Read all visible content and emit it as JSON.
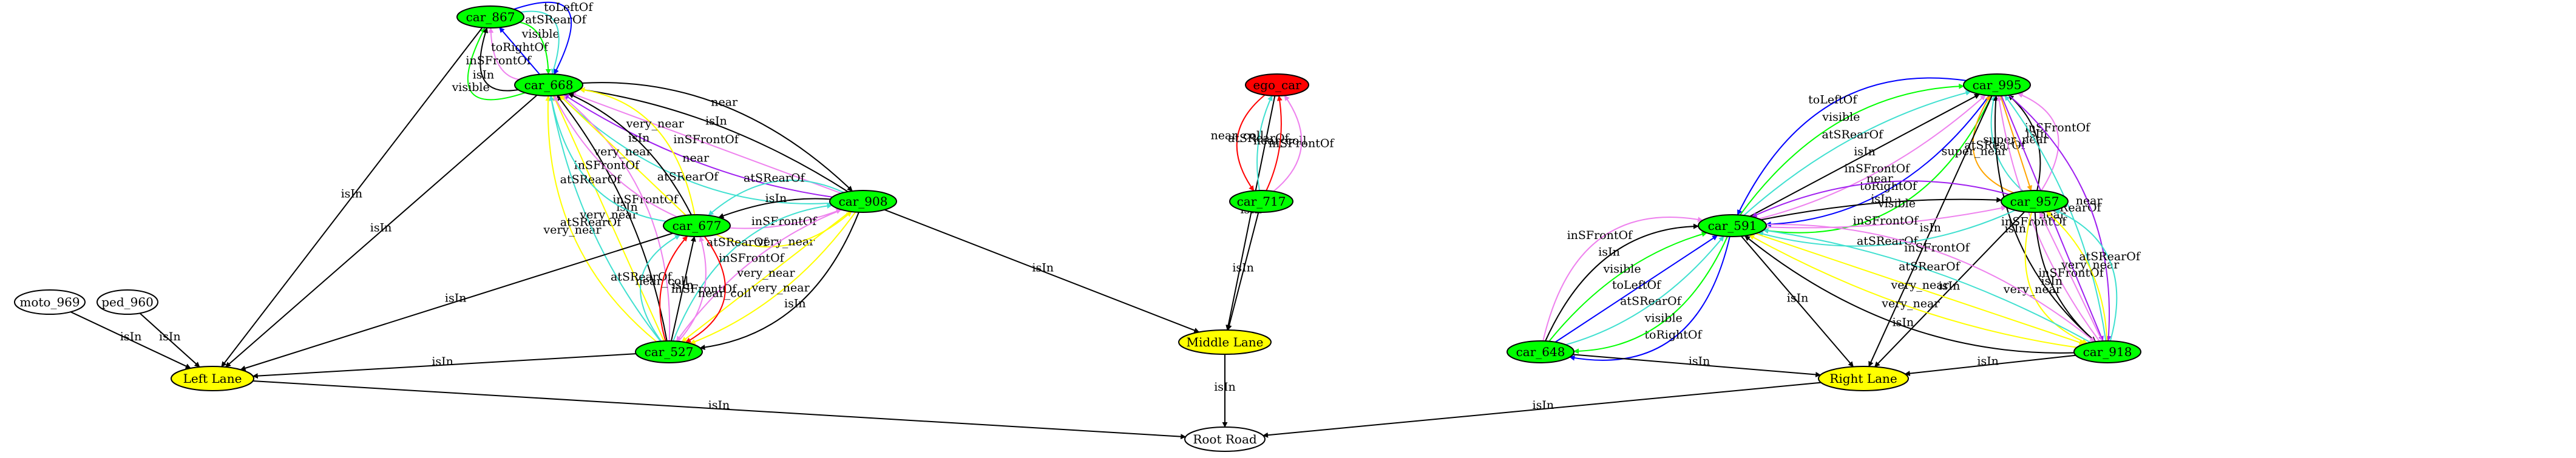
{
  "diagram": {
    "type": "directed-graph",
    "node_colors": {
      "green": "#00ff00",
      "red": "#ff0000",
      "yellow": "#ffff00",
      "white": "#ffffff"
    },
    "edge_colors": {
      "black": "#000000",
      "blue": "#0000ff",
      "red": "#ff0000",
      "yellow": "#ffff00",
      "green": "#00ff00",
      "cyan": "#40e0d0",
      "violet": "#ee82ee",
      "purple": "#a020f0",
      "orange": "#ffa500"
    },
    "nodes": [
      {
        "id": "car_867",
        "label": "car_867",
        "fill": "green"
      },
      {
        "id": "car_668",
        "label": "car_668",
        "fill": "green"
      },
      {
        "id": "car_908",
        "label": "car_908",
        "fill": "green"
      },
      {
        "id": "car_677",
        "label": "car_677",
        "fill": "green"
      },
      {
        "id": "car_527",
        "label": "car_527",
        "fill": "green"
      },
      {
        "id": "ego_car",
        "label": "ego_car",
        "fill": "red"
      },
      {
        "id": "car_717",
        "label": "car_717",
        "fill": "green"
      },
      {
        "id": "car_995",
        "label": "car_995",
        "fill": "green"
      },
      {
        "id": "car_957",
        "label": "car_957",
        "fill": "green"
      },
      {
        "id": "car_591",
        "label": "car_591",
        "fill": "green"
      },
      {
        "id": "car_648",
        "label": "car_648",
        "fill": "green"
      },
      {
        "id": "car_918",
        "label": "car_918",
        "fill": "green"
      },
      {
        "id": "moto_969",
        "label": "moto_969",
        "fill": "white"
      },
      {
        "id": "ped_960",
        "label": "ped_960",
        "fill": "white"
      },
      {
        "id": "left_lane",
        "label": "Left Lane",
        "fill": "yellow"
      },
      {
        "id": "middle_lane",
        "label": "Middle Lane",
        "fill": "yellow"
      },
      {
        "id": "right_lane",
        "label": "Right Lane",
        "fill": "yellow"
      },
      {
        "id": "root_road",
        "label": "Root Road",
        "fill": "white"
      }
    ],
    "edges": [
      {
        "from": "car_668",
        "to": "car_867",
        "label": "visible",
        "color": "green"
      },
      {
        "from": "car_668",
        "to": "car_867",
        "label": "isIn",
        "color": "black"
      },
      {
        "from": "car_668",
        "to": "car_867",
        "label": "inSFrontOf",
        "color": "violet"
      },
      {
        "from": "car_668",
        "to": "car_867",
        "label": "toRightOf",
        "color": "blue"
      },
      {
        "from": "car_867",
        "to": "car_668",
        "label": "visible",
        "color": "green"
      },
      {
        "from": "car_867",
        "to": "car_668",
        "label": "atSRearOf",
        "color": "cyan"
      },
      {
        "from": "car_867",
        "to": "car_668",
        "label": "toLeftOf",
        "color": "blue"
      },
      {
        "from": "car_867",
        "to": "left_lane",
        "label": "isIn",
        "color": "black"
      },
      {
        "from": "car_668",
        "to": "left_lane",
        "label": "isIn",
        "color": "black"
      },
      {
        "from": "car_668",
        "to": "car_908",
        "label": "near",
        "color": "black"
      },
      {
        "from": "car_908",
        "to": "car_668",
        "label": "isIn",
        "color": "black"
      },
      {
        "from": "car_908",
        "to": "car_668",
        "label": "inSFrontOf",
        "color": "violet"
      },
      {
        "from": "car_908",
        "to": "car_668",
        "label": "near",
        "color": "purple"
      },
      {
        "from": "car_908",
        "to": "car_668",
        "label": "atSRearOf",
        "color": "cyan"
      },
      {
        "from": "car_527",
        "to": "car_668",
        "label": "very_near",
        "color": "yellow"
      },
      {
        "from": "car_527",
        "to": "car_668",
        "label": "atSRearOf",
        "color": "cyan"
      },
      {
        "from": "car_527",
        "to": "car_668",
        "label": "very_near",
        "color": "yellow"
      },
      {
        "from": "car_527",
        "to": "car_668",
        "label": "isIn",
        "color": "black"
      },
      {
        "from": "car_527",
        "to": "car_668",
        "label": "inSFrontOf",
        "color": "violet"
      },
      {
        "from": "car_677",
        "to": "car_668",
        "label": "very_near",
        "color": "yellow"
      },
      {
        "from": "car_677",
        "to": "car_668",
        "label": "isIn",
        "color": "black"
      },
      {
        "from": "car_677",
        "to": "car_668",
        "label": "very_near",
        "color": "yellow"
      },
      {
        "from": "car_677",
        "to": "car_668",
        "label": "inSFrontOf",
        "color": "violet"
      },
      {
        "from": "car_677",
        "to": "car_668",
        "label": "atSRearOf",
        "color": "cyan"
      },
      {
        "from": "car_908",
        "to": "car_677",
        "label": "atSRearOf",
        "color": "cyan"
      },
      {
        "from": "car_908",
        "to": "car_677",
        "label": "isIn",
        "color": "black"
      },
      {
        "from": "car_677",
        "to": "car_908",
        "label": "inSFrontOf",
        "color": "violet"
      },
      {
        "from": "car_677",
        "to": "car_908",
        "label": "very_near",
        "color": "yellow"
      },
      {
        "from": "car_527",
        "to": "car_908",
        "label": "atSRearOf",
        "color": "cyan"
      },
      {
        "from": "car_908",
        "to": "car_527",
        "label": "inSFrontOf",
        "color": "violet"
      },
      {
        "from": "car_908",
        "to": "car_527",
        "label": "very_near",
        "color": "yellow"
      },
      {
        "from": "car_908",
        "to": "car_527",
        "label": "very_near",
        "color": "yellow"
      },
      {
        "from": "car_908",
        "to": "car_527",
        "label": "isIn",
        "color": "black"
      },
      {
        "from": "car_908",
        "to": "middle_lane",
        "label": "isIn",
        "color": "black"
      },
      {
        "from": "car_527",
        "to": "car_677",
        "label": "atSRearOf",
        "color": "cyan"
      },
      {
        "from": "car_527",
        "to": "car_677",
        "label": "near_coll",
        "color": "red"
      },
      {
        "from": "car_527",
        "to": "car_677",
        "label": "isIn",
        "color": "black"
      },
      {
        "from": "car_527",
        "to": "car_677",
        "label": "inSFrontOf",
        "color": "violet"
      },
      {
        "from": "car_677",
        "to": "car_527",
        "label": "near_coll",
        "color": "red"
      },
      {
        "from": "car_677",
        "to": "left_lane",
        "label": "isIn",
        "color": "black"
      },
      {
        "from": "car_527",
        "to": "left_lane",
        "label": "isIn",
        "color": "black"
      },
      {
        "from": "moto_969",
        "to": "left_lane",
        "label": "isIn",
        "color": "black"
      },
      {
        "from": "ped_960",
        "to": "left_lane",
        "label": "isIn",
        "color": "black"
      },
      {
        "from": "ego_car",
        "to": "middle_lane",
        "label": "isIn",
        "color": "black"
      },
      {
        "from": "ego_car",
        "to": "car_717",
        "label": "near_coll",
        "color": "red"
      },
      {
        "from": "car_717",
        "to": "ego_car",
        "label": "atSRearOf",
        "color": "cyan"
      },
      {
        "from": "car_717",
        "to": "ego_car",
        "label": "near_coll",
        "color": "red"
      },
      {
        "from": "car_717",
        "to": "ego_car",
        "label": "inSFrontOf",
        "color": "violet"
      },
      {
        "from": "car_717",
        "to": "middle_lane",
        "label": "isIn",
        "color": "black"
      },
      {
        "from": "middle_lane",
        "to": "root_road",
        "label": "isIn",
        "color": "black"
      },
      {
        "from": "left_lane",
        "to": "root_road",
        "label": "isIn",
        "color": "black"
      },
      {
        "from": "right_lane",
        "to": "root_road",
        "label": "isIn",
        "color": "black"
      },
      {
        "from": "car_995",
        "to": "car_591",
        "label": "toLeftOf",
        "color": "blue"
      },
      {
        "from": "car_591",
        "to": "car_995",
        "label": "visible",
        "color": "green"
      },
      {
        "from": "car_591",
        "to": "car_995",
        "label": "atSRearOf",
        "color": "cyan"
      },
      {
        "from": "car_591",
        "to": "car_995",
        "label": "isIn",
        "color": "black"
      },
      {
        "from": "car_591",
        "to": "car_995",
        "label": "inSFrontOf",
        "color": "violet"
      },
      {
        "from": "car_995",
        "to": "car_591",
        "label": "toRightOf",
        "color": "blue"
      },
      {
        "from": "car_995",
        "to": "car_591",
        "label": "visible",
        "color": "green"
      },
      {
        "from": "car_957",
        "to": "car_995",
        "label": "super_near",
        "color": "orange"
      },
      {
        "from": "car_957",
        "to": "car_995",
        "label": "atSRearOf",
        "color": "cyan"
      },
      {
        "from": "car_995",
        "to": "car_957",
        "label": "super_near",
        "color": "orange"
      },
      {
        "from": "car_957",
        "to": "car_995",
        "label": "isIn",
        "color": "black"
      },
      {
        "from": "car_957",
        "to": "car_995",
        "label": "inSFrontOf",
        "color": "violet"
      },
      {
        "from": "car_918",
        "to": "car_995",
        "label": "isIn",
        "color": "black"
      },
      {
        "from": "car_918",
        "to": "car_995",
        "label": "inSFrontOf",
        "color": "violet"
      },
      {
        "from": "car_995",
        "to": "car_918",
        "label": "near",
        "color": "purple"
      },
      {
        "from": "car_918",
        "to": "car_995",
        "label": "atSRearOf",
        "color": "cyan"
      },
      {
        "from": "car_995",
        "to": "car_918",
        "label": "near",
        "color": "purple"
      },
      {
        "from": "car_995",
        "to": "right_lane",
        "label": "isIn",
        "color": "black"
      },
      {
        "from": "car_957",
        "to": "car_591",
        "label": "near",
        "color": "purple"
      },
      {
        "from": "car_591",
        "to": "car_957",
        "label": "isIn",
        "color": "black"
      },
      {
        "from": "car_591",
        "to": "car_957",
        "label": "inSFrontOf",
        "color": "violet"
      },
      {
        "from": "car_957",
        "to": "car_591",
        "label": "atSRearOf",
        "color": "cyan"
      },
      {
        "from": "car_957",
        "to": "car_918",
        "label": "very_near",
        "color": "yellow"
      },
      {
        "from": "car_957",
        "to": "car_918",
        "label": "isIn",
        "color": "black"
      },
      {
        "from": "car_918",
        "to": "car_957",
        "label": "inSFrontOf",
        "color": "violet"
      },
      {
        "from": "car_918",
        "to": "car_957",
        "label": "very_near",
        "color": "yellow"
      },
      {
        "from": "car_918",
        "to": "car_957",
        "label": "atSRearOf",
        "color": "cyan"
      },
      {
        "from": "car_957",
        "to": "right_lane",
        "label": "isIn",
        "color": "black"
      },
      {
        "from": "car_591",
        "to": "car_648",
        "label": "toRightOf",
        "color": "blue"
      },
      {
        "from": "car_591",
        "to": "car_648",
        "label": "visible",
        "color": "green"
      },
      {
        "from": "car_648",
        "to": "car_591",
        "label": "atSRearOf",
        "color": "cyan"
      },
      {
        "from": "car_648",
        "to": "car_591",
        "label": "toLeftOf",
        "color": "blue"
      },
      {
        "from": "car_648",
        "to": "car_591",
        "label": "visible",
        "color": "green"
      },
      {
        "from": "car_648",
        "to": "car_591",
        "label": "isIn",
        "color": "black"
      },
      {
        "from": "car_648",
        "to": "car_591",
        "label": "inSFrontOf",
        "color": "violet"
      },
      {
        "from": "car_591",
        "to": "car_918",
        "label": "inSFrontOf",
        "color": "violet"
      },
      {
        "from": "car_918",
        "to": "car_591",
        "label": "atSRearOf",
        "color": "cyan"
      },
      {
        "from": "car_591",
        "to": "car_918",
        "label": "very_near",
        "color": "yellow"
      },
      {
        "from": "car_918",
        "to": "car_591",
        "label": "very_near",
        "color": "yellow"
      },
      {
        "from": "car_918",
        "to": "car_591",
        "label": "isIn",
        "color": "black"
      },
      {
        "from": "car_591",
        "to": "right_lane",
        "label": "isIn",
        "color": "black"
      },
      {
        "from": "car_648",
        "to": "right_lane",
        "label": "isIn",
        "color": "black"
      },
      {
        "from": "car_918",
        "to": "right_lane",
        "label": "isIn",
        "color": "black"
      }
    ]
  }
}
